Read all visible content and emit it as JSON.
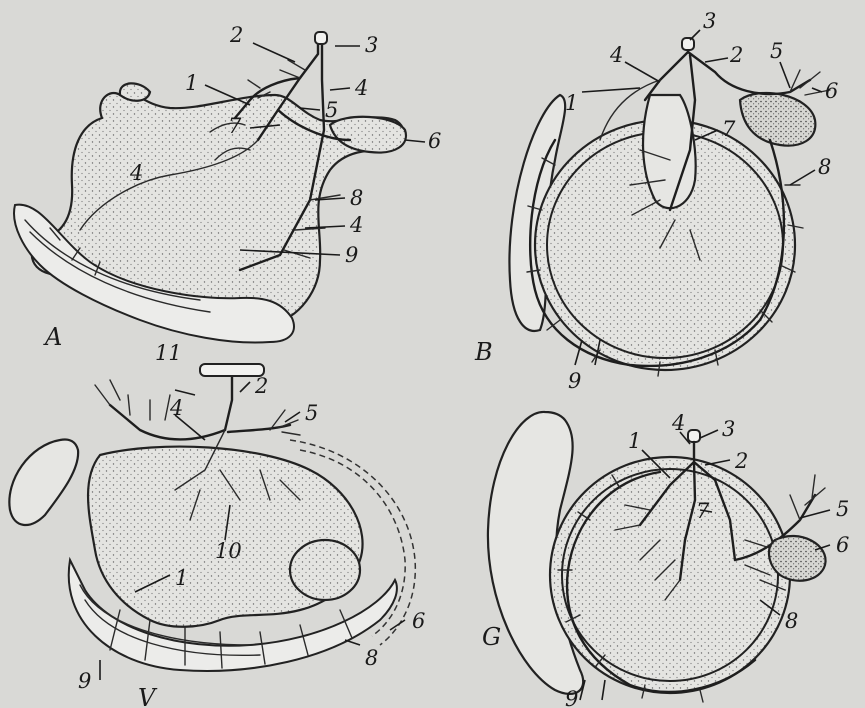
{
  "panels": [
    {
      "id": "A",
      "label": "A",
      "callouts": [
        "1",
        "2",
        "3",
        "4",
        "5",
        "6",
        "7",
        "8",
        "4",
        "9",
        "4"
      ]
    },
    {
      "id": "B",
      "label": "B",
      "callouts": [
        "1",
        "4",
        "3",
        "2",
        "5",
        "6",
        "7",
        "8",
        "9"
      ]
    },
    {
      "id": "V",
      "label": "V",
      "callouts": [
        "11",
        "2",
        "4",
        "5",
        "10",
        "1",
        "6",
        "8",
        "9"
      ]
    },
    {
      "id": "G",
      "label": "G",
      "callouts": [
        "1",
        "4",
        "3",
        "2",
        "7",
        "5",
        "6",
        "8",
        "9"
      ]
    }
  ]
}
